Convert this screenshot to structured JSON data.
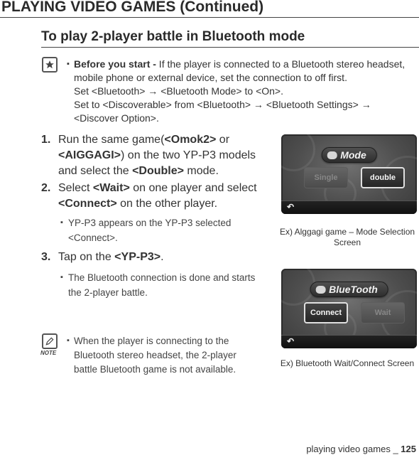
{
  "header": {
    "title": "PLAYING VIDEO GAMES (Continued)"
  },
  "section": {
    "title": "To play 2-player battle in Bluetooth mode"
  },
  "tip": {
    "lead": "Before you start -",
    "line1_rest": " If the player is connected to a Bluetooth stereo headset,",
    "line2": "mobile phone or external device, set the connection to off first.",
    "line3": "Set <Bluetooth> → <Bluetooth Mode> to <On>.",
    "line4": "Set to <Discoverable> from <Bluetooth> → <Bluetooth Settings> →",
    "line5": "<Discover Option>."
  },
  "steps": [
    {
      "num": "1.",
      "a": "Run the same game(",
      "b": "<Omok2>",
      "c": " or",
      "d": "<AIGGAGI>",
      "e": ") on the two YP-P3 models",
      "f": "and select the ",
      "g": "<Double>",
      "h": " mode."
    },
    {
      "num": "2.",
      "a": "Select ",
      "b": "<Wait>",
      "c": " on one player and select",
      "d": "<Connect>",
      "e": " on the other player.",
      "sub1": "YP-P3 appears on the YP-P3 selected",
      "sub2": "<Connect>."
    },
    {
      "num": "3.",
      "a": "Tap on the ",
      "b": "<YP-P3>",
      "c": ".",
      "sub1": "The Bluetooth connection is done and starts",
      "sub2": "the 2-player battle."
    }
  ],
  "note": {
    "label": "NOTE",
    "line1": "When the player is connecting to the",
    "line2": "Bluetooth stereo headset, the 2-player",
    "line3": "battle Bluetooth game is not available."
  },
  "screens": [
    {
      "title": "Mode",
      "left_button": "Single",
      "right_button": "double",
      "back_symbol": "↶",
      "caption_line1": "Ex) Alggagi game – Mode Selection",
      "caption_line2": "Screen"
    },
    {
      "title": "BlueTooth",
      "left_button": "Connect",
      "right_button": "Wait",
      "back_symbol": "↶",
      "caption_line1": "Ex) Bluetooth Wait/Connect Screen"
    }
  ],
  "footer": {
    "text": "playing video games _ ",
    "page": "125"
  }
}
